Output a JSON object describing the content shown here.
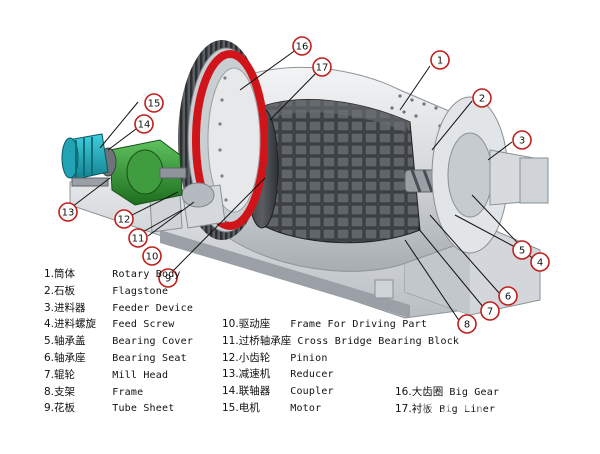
{
  "parts_left": [
    {
      "num": "1.",
      "zh": "筒体",
      "en": "Rotary Body"
    },
    {
      "num": "2.",
      "zh": "石板",
      "en": "Flagstone"
    },
    {
      "num": "3.",
      "zh": "进料器",
      "en": "Feeder Device"
    },
    {
      "num": "4.",
      "zh": "进料螺旋",
      "en": "Feed Screw"
    },
    {
      "num": "5.",
      "zh": "轴承盖",
      "en": "Bearing Cover"
    },
    {
      "num": "6.",
      "zh": "轴承座",
      "en": "Bearing Seat"
    },
    {
      "num": "7.",
      "zh": "辊轮",
      "en": "Mill Head"
    },
    {
      "num": "8.",
      "zh": "支架",
      "en": "Frame"
    },
    {
      "num": "9.",
      "zh": "花板",
      "en": "Tube Sheet"
    }
  ],
  "parts_middle": [
    {
      "num": "10.",
      "zh": "驱动座",
      "en": "Frame For Driving Part"
    },
    {
      "num": "11.",
      "zh": "过桥轴承座",
      "en": "Cross Bridge Bearing Block"
    },
    {
      "num": "12.",
      "zh": "小齿轮",
      "en": "Pinion"
    },
    {
      "num": "13.",
      "zh": "减速机",
      "en": "Reducer"
    },
    {
      "num": "14.",
      "zh": "联轴器",
      "en": "Coupler"
    },
    {
      "num": "15.",
      "zh": "电机",
      "en": "Motor"
    }
  ],
  "parts_right": [
    {
      "num": "16.",
      "zh": "大齿圈",
      "en": "Big Gear"
    },
    {
      "num": "17.",
      "zh": "衬板",
      "en": "Big Liner"
    }
  ],
  "callouts": [
    "1",
    "2",
    "3",
    "4",
    "5",
    "6",
    "7",
    "8",
    "9",
    "10",
    "11",
    "12",
    "13",
    "14",
    "15",
    "16",
    "17"
  ],
  "watermark": "0371-6777 2727",
  "colors": {
    "callout_ring": "#c0201c",
    "gear": "#d0141a",
    "motor": "#19a7b8",
    "reducer": "#2e8f2e",
    "steel": "#bfc4c9"
  }
}
